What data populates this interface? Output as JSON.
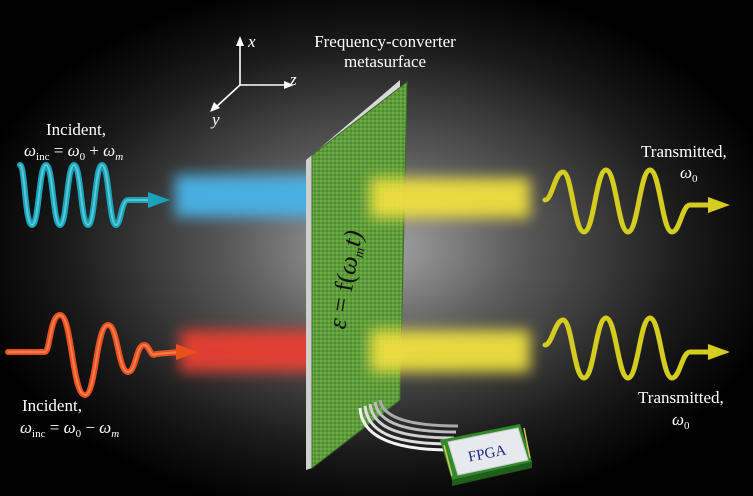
{
  "title": {
    "line1": "Frequency-converter",
    "line2": "metasurface"
  },
  "axes": {
    "x": "x",
    "y": "y",
    "z": "z"
  },
  "incident_top": {
    "label": "Incident,",
    "omega": "ω",
    "omega_sub": "inc",
    "rhs_omega0": "ω",
    "rhs_sub0": "0",
    "op": "+",
    "rhs_omega_m": "ω",
    "rhs_sub_m": "m",
    "color": "#1aa3b8"
  },
  "incident_bottom": {
    "label": "Incident,",
    "omega": "ω",
    "omega_sub": "inc",
    "rhs_omega0": "ω",
    "rhs_sub0": "0",
    "op": "−",
    "rhs_omega_m": "ω",
    "rhs_sub_m": "m",
    "color": "#e8501e"
  },
  "transmitted_top": {
    "label": "Transmitted,",
    "omega": "ω",
    "sub": "0",
    "color": "#d4cc1e"
  },
  "transmitted_bottom": {
    "label": "Transmitted,",
    "omega": "ω",
    "sub": "0",
    "color": "#d4cc1e"
  },
  "surface_formula": {
    "eps": "ε",
    "eq": " = f(",
    "omega": "ω",
    "sub": "m",
    "t": "t)"
  },
  "chip_label": "FPGA",
  "colors": {
    "metasurface": "#5a9a3a",
    "beam_blue": "#4ab4e8",
    "beam_red": "#e84030",
    "beam_yellow": "#f0e040",
    "background_center": "#9a9a9a",
    "background_edge": "#000000"
  }
}
